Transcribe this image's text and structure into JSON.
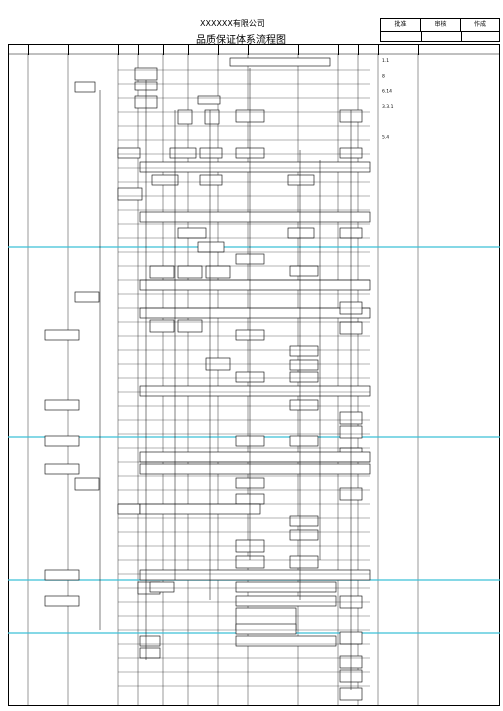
{
  "header": {
    "company": "XXXXXX有限公司",
    "title": "品质保证体系流程图",
    "sign": [
      "批准",
      "审核",
      "作成"
    ]
  },
  "columns": [
    "",
    "",
    "",
    "",
    "",
    "",
    "",
    "",
    "",
    "",
    "",
    "",
    "",
    ""
  ],
  "stages": [
    "",
    "",
    "",
    ""
  ],
  "step_labels": [
    "1.1",
    "8",
    "6.14",
    "3.3.1",
    "",
    "5.4",
    "",
    "",
    "",
    "",
    "",
    "",
    "",
    "",
    "",
    "",
    "",
    "",
    "",
    "",
    "",
    "",
    "",
    "",
    "",
    "",
    "",
    "",
    "",
    "",
    "",
    "",
    "",
    "",
    "",
    "",
    "",
    "",
    "",
    "",
    "",
    ""
  ],
  "descriptions": [
    "",
    "",
    "",
    "",
    "",
    "",
    "",
    "",
    "",
    "",
    "",
    "",
    "",
    "",
    "",
    "",
    "",
    "",
    "",
    "",
    "",
    "",
    "",
    "",
    "",
    "",
    "",
    "",
    "",
    "",
    "",
    "",
    "",
    "",
    "",
    "",
    "",
    "",
    "",
    "",
    "",
    ""
  ],
  "boxes": [
    "",
    "",
    "",
    "",
    "",
    "",
    "",
    "",
    "",
    "",
    "",
    "",
    "",
    "",
    "",
    "",
    "",
    "",
    "",
    "",
    "",
    "",
    "",
    "",
    "",
    "",
    "",
    "",
    "",
    "",
    "",
    "",
    "",
    "",
    "",
    "",
    "",
    "",
    "",
    "",
    "",
    "",
    "",
    "",
    "",
    "",
    "",
    "",
    "",
    ""
  ]
}
